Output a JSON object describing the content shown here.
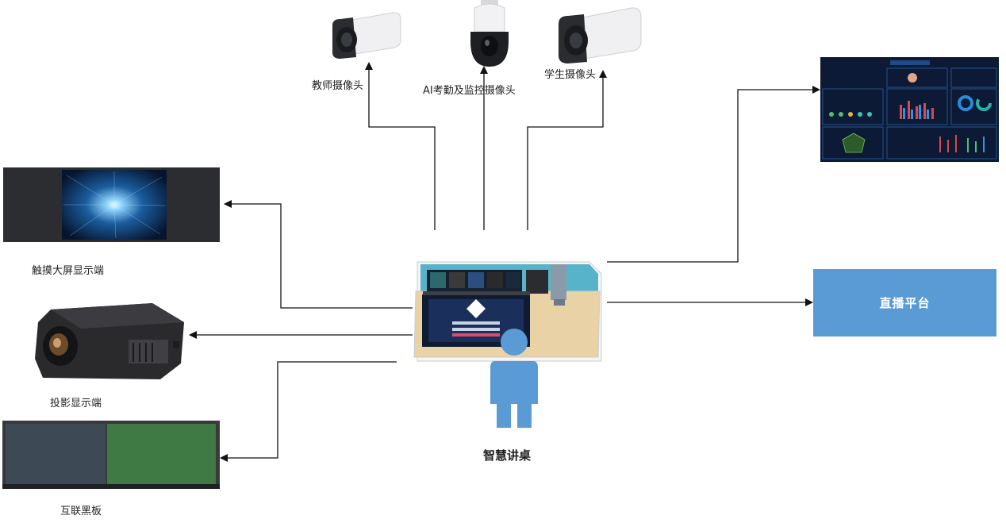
{
  "devices": {
    "teacher_camera": "教师摄像头",
    "ai_camera": "AI考勤及监控摄像头",
    "student_camera": "学生摄像头",
    "touch_screen": "触摸大屏显示端",
    "projector": "投影显示端",
    "blackboard": "互联黑板",
    "podium": "智慧讲桌",
    "live_platform": "直播平台"
  },
  "colors": {
    "arrow": "#111111",
    "live_box": "#5b9bd5",
    "person": "#5b9bd5",
    "dashboard_bg": "#0c1a35",
    "desk_wood": "#e9d3a6",
    "desk_teal": "#56b3c9"
  },
  "icons": {
    "cameras": "camera-icon",
    "dome": "dome-camera-icon",
    "projector": "projector-icon",
    "person": "person-icon"
  }
}
